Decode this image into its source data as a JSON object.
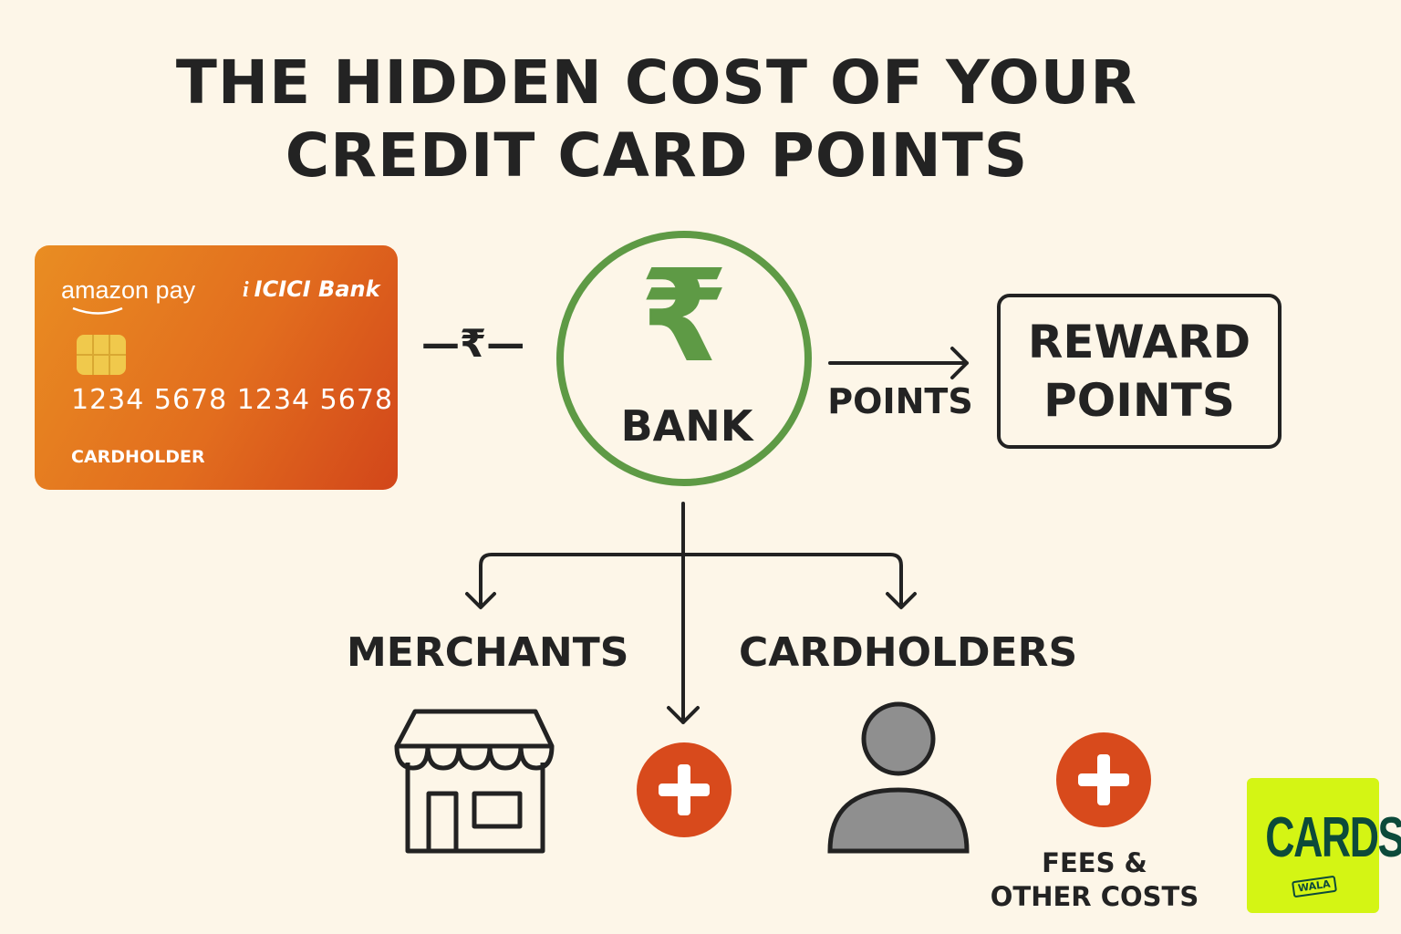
{
  "title": {
    "line1": "THE HIDDEN COST OF YOUR",
    "line2": "CREDIT CARD POINTS"
  },
  "card": {
    "brand": "amazon pay",
    "bank": "ICICI Bank",
    "bank_mark": "i",
    "number": "1234 5678 1234 5678",
    "holder": "CARDHOLDER",
    "colors": {
      "start": "#e98d22",
      "end": "#d2461a"
    }
  },
  "flow": {
    "currency_link": "—₹—",
    "bank_symbol": "₹",
    "bank_label": "BANK",
    "points_label": "POINTS",
    "reward_box": {
      "line1": "REWARD",
      "line2": "POINTS"
    },
    "merchants_label": "MERCHANTS",
    "cardholders_label": "CARDHOLDERS",
    "fees_label": {
      "line1": "FEES &",
      "line2": "OTHER COSTS"
    }
  },
  "logo": {
    "text": "CARDS",
    "sub": "WALA",
    "bg": "#d4f514",
    "fg": "#0c4a3a"
  },
  "colors": {
    "background": "#fdf6e8",
    "green": "#5e9a45",
    "accent": "#d84a1c",
    "person": "#8f8f8f"
  }
}
